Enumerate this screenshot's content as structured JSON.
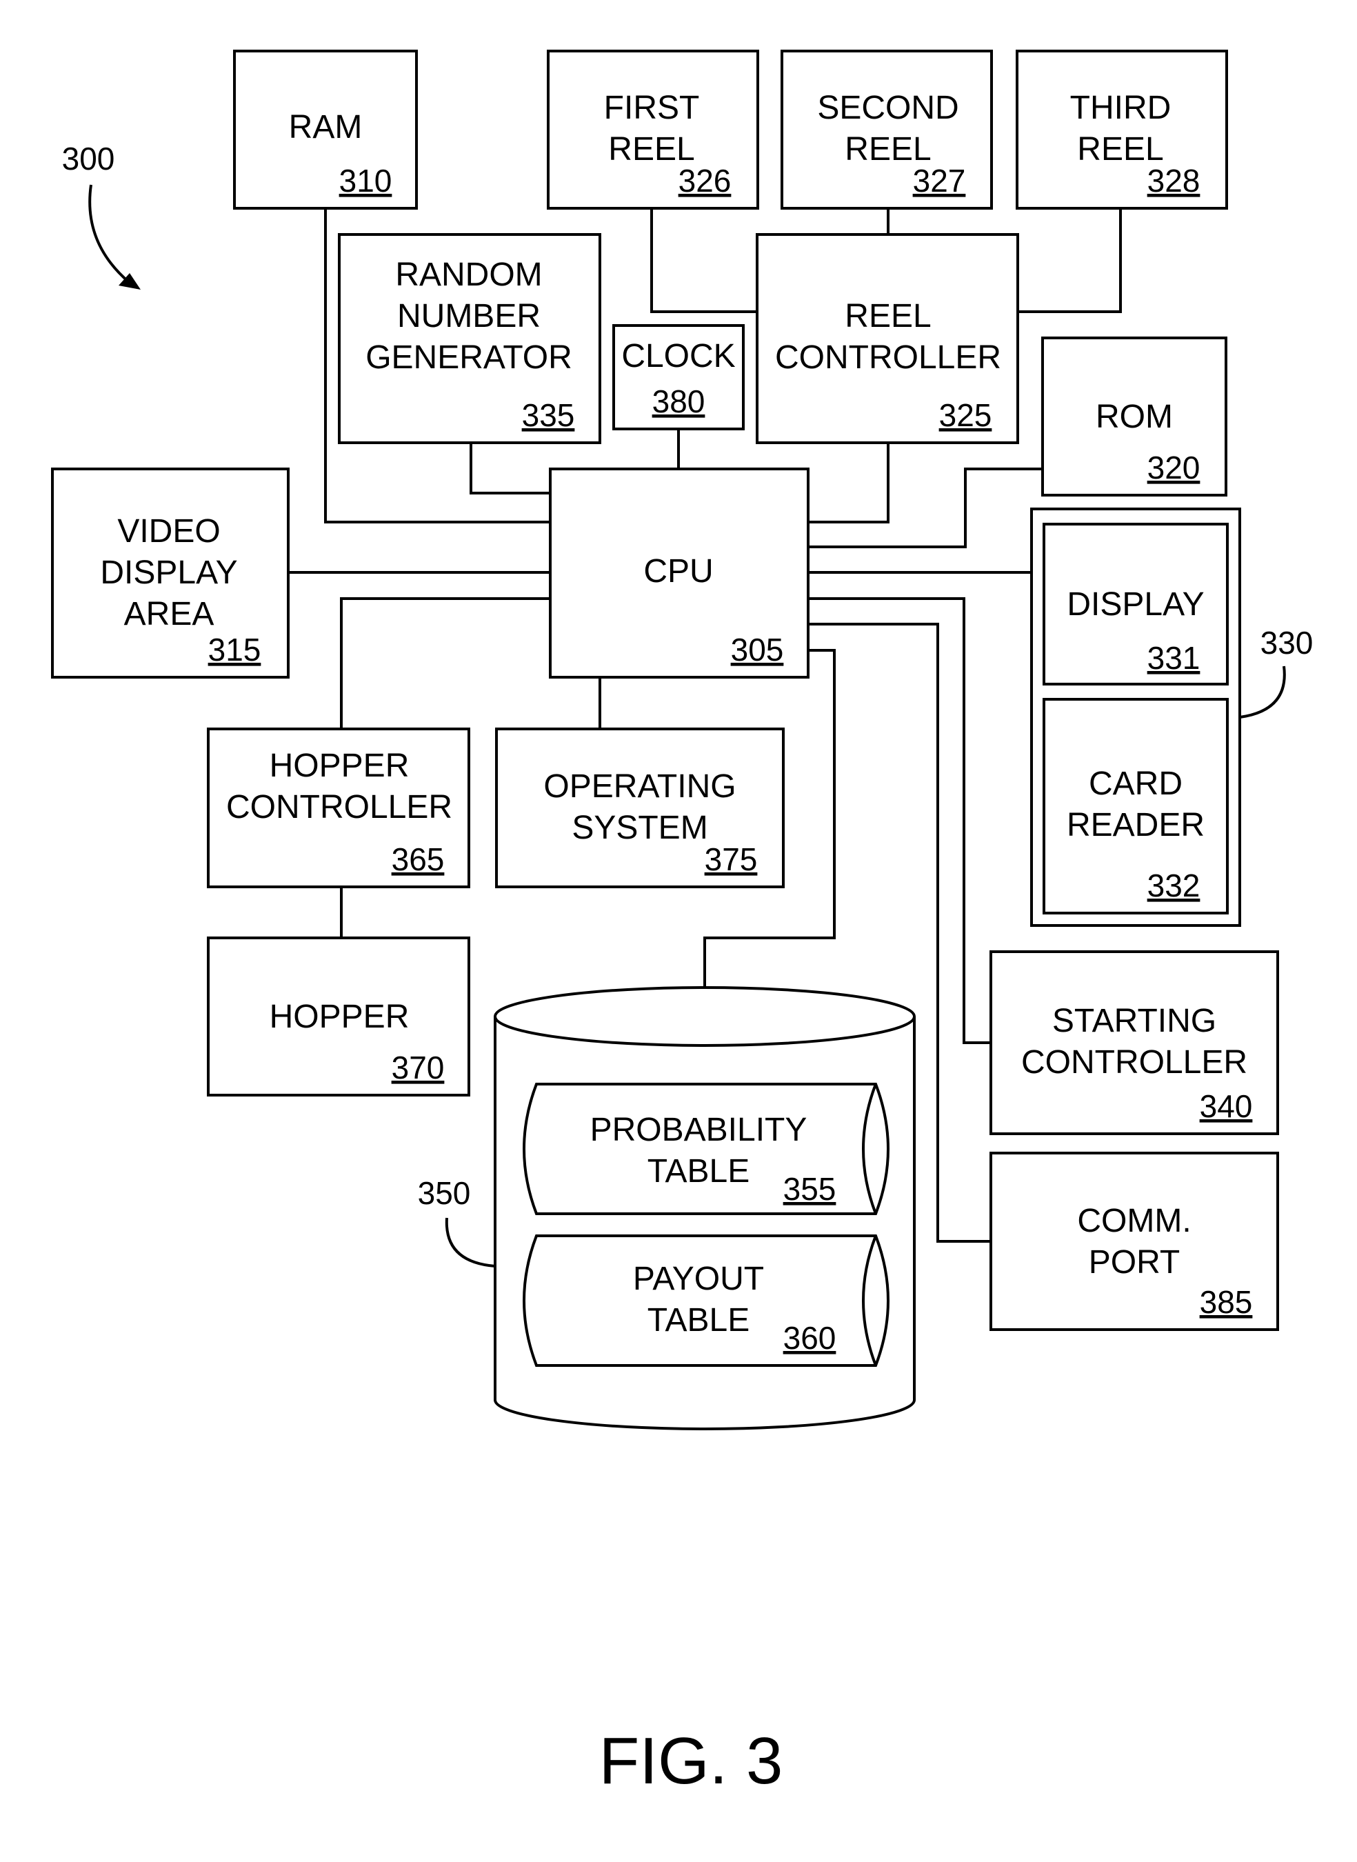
{
  "figure": {
    "caption": "FIG. 3",
    "ref": "300"
  },
  "blocks": {
    "ram": {
      "lines": [
        "RAM"
      ],
      "ref": "310"
    },
    "first_reel": {
      "lines": [
        "FIRST",
        "REEL"
      ],
      "ref": "326"
    },
    "second_reel": {
      "lines": [
        "SECOND",
        "REEL"
      ],
      "ref": "327"
    },
    "third_reel": {
      "lines": [
        "THIRD",
        "REEL"
      ],
      "ref": "328"
    },
    "rng": {
      "lines": [
        "RANDOM",
        "NUMBER",
        "GENERATOR"
      ],
      "ref": "335"
    },
    "clock": {
      "lines": [
        "CLOCK"
      ],
      "ref": "380"
    },
    "reel_controller": {
      "lines": [
        "REEL",
        "CONTROLLER"
      ],
      "ref": "325"
    },
    "rom": {
      "lines": [
        "ROM"
      ],
      "ref": "320"
    },
    "video_display": {
      "lines": [
        "VIDEO",
        "DISPLAY",
        "AREA"
      ],
      "ref": "315"
    },
    "cpu": {
      "lines": [
        "CPU"
      ],
      "ref": "305"
    },
    "display": {
      "lines": [
        "DISPLAY"
      ],
      "ref": "331"
    },
    "card_reader": {
      "lines": [
        "CARD",
        "READER"
      ],
      "ref": "332"
    },
    "hopper_controller": {
      "lines": [
        "HOPPER",
        "CONTROLLER"
      ],
      "ref": "365"
    },
    "operating_system": {
      "lines": [
        "OPERATING",
        "SYSTEM"
      ],
      "ref": "375"
    },
    "hopper": {
      "lines": [
        "HOPPER"
      ],
      "ref": "370"
    },
    "starting_controller": {
      "lines": [
        "STARTING",
        "CONTROLLER"
      ],
      "ref": "340"
    },
    "comm_port": {
      "lines": [
        "COMM.",
        "PORT"
      ],
      "ref": "385"
    },
    "probability_table": {
      "lines": [
        "PROBABILITY",
        "TABLE"
      ],
      "ref": "355"
    },
    "payout_table": {
      "lines": [
        "PAYOUT",
        "TABLE"
      ],
      "ref": "360"
    }
  },
  "groups": {
    "user_interface": {
      "ref": "330"
    },
    "storage": {
      "ref": "350"
    }
  }
}
